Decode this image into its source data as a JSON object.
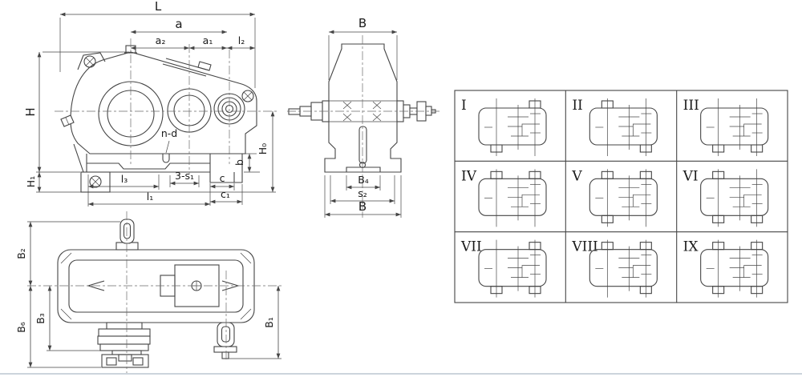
{
  "front_view": {
    "labels": {
      "L": "L",
      "a": "a",
      "a2": "a₂",
      "a1": "a₁",
      "l2": "l₂",
      "H": "H",
      "H1": "H₁",
      "H0": "H₀",
      "b": "b",
      "n_d": "n-d",
      "s1_3": "3-s₁",
      "c": "c",
      "c1": "c₁",
      "l3": "l₃",
      "l1": "l₁"
    }
  },
  "side_view": {
    "labels": {
      "B_top": "B",
      "B4": "B₄",
      "s2": "s₂",
      "B_bottom": "B"
    }
  },
  "top_view": {
    "labels": {
      "B2": "B₂",
      "B6": "B₆",
      "B3": "B₃",
      "B1": "B₁"
    }
  },
  "assembly_grid": {
    "cells": [
      {
        "numeral": "I",
        "stubs": [
          "bl",
          "tr"
        ]
      },
      {
        "numeral": "II",
        "stubs": [
          "tl",
          "br"
        ]
      },
      {
        "numeral": "III",
        "stubs": [
          "bl",
          "br"
        ]
      },
      {
        "numeral": "IV",
        "stubs": [
          "tl",
          "tr"
        ]
      },
      {
        "numeral": "V",
        "stubs": [
          "tl",
          "tr",
          "bl"
        ]
      },
      {
        "numeral": "VI",
        "stubs": [
          "tl",
          "bl",
          "br"
        ]
      },
      {
        "numeral": "VII",
        "stubs": [
          "bl",
          "tr",
          "br"
        ]
      },
      {
        "numeral": "VIII",
        "stubs": [
          "tl",
          "tr",
          "br"
        ]
      },
      {
        "numeral": "IX",
        "stubs": [
          "tl",
          "tr",
          "bl",
          "br"
        ]
      }
    ]
  },
  "colors": {
    "line": "#454545",
    "centerline": "#6b6b6b",
    "text": "#1a1a1a",
    "page_edge": "#ccd4dc",
    "background": "#ffffff"
  }
}
